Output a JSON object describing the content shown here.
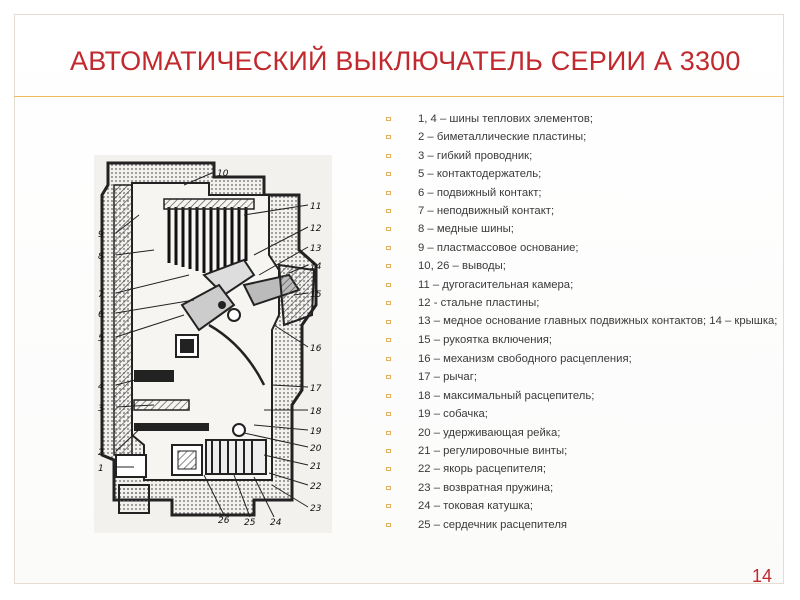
{
  "slide": {
    "title": "АВТОМАТИЧЕСКИЙ ВЫКЛЮЧАТЕЛЬ СЕРИИ А 3300",
    "page_number": "14",
    "accent_color": "#c1292e",
    "rule_color": "#eebd5a",
    "bullet_color": "#e3b05f"
  },
  "diagram": {
    "labels": [
      "10",
      "11",
      "12",
      "13",
      "14",
      "15",
      "9",
      "8",
      "7",
      "6",
      "5",
      "16",
      "4",
      "3",
      "17",
      "18",
      "19",
      "20",
      "21",
      "2",
      "1",
      "22",
      "23",
      "26",
      "25",
      "24"
    ]
  },
  "legend": {
    "items": [
      " 1, 4 – шины теплових элементов;",
      " 2 – биметаллические пластины;",
      " 3 – гибкий проводник;",
      "5 – контактодержатель;",
      " 6 – подвижный контакт;",
      "7 – неподвижный контакт;",
      " 8 – медные шины;",
      "9 – пластмассовое основание;",
      "10, 26 – выводы;",
      "11 – дугогасительная камера;",
      "12 -  стальне пластины;",
      " 13 – медное основание главных подвижных контактов; 14 – крышка;",
      "15 – рукоятка включения;",
      "16 – механизм свободного расцепления;",
      "17 – рычаг;",
      "18 – максимальный расцепитель;",
      "19 – собачка;",
      " 20 – удерживающая рейка;",
      "21 – регулировочные винты;",
      "22 – якорь расцепителя;",
      "23 – возвратная пружина;",
      "24 – токовая катушка;",
      "25 – сердечник расцепителя"
    ]
  }
}
